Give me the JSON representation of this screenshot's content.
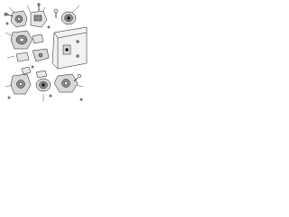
{
  "diagram": {
    "callout_labels": [],
    "colors": {
      "line": "#1a1a1a",
      "part_fill": "#d9d9d9",
      "part_dark": "#8c8c8c",
      "part_light": "#f2f2f2",
      "background": "#ffffff"
    },
    "components": [
      {
        "name": "mount-bracket-top-left"
      },
      {
        "name": "mount-bracket-top-center"
      },
      {
        "name": "round-mount-top-right"
      },
      {
        "name": "insulator-mount-left"
      },
      {
        "name": "frame-rail-section"
      },
      {
        "name": "mount-bracket-bottom-left"
      },
      {
        "name": "round-mount-bottom-center"
      },
      {
        "name": "mount-bracket-bottom-right"
      }
    ]
  }
}
